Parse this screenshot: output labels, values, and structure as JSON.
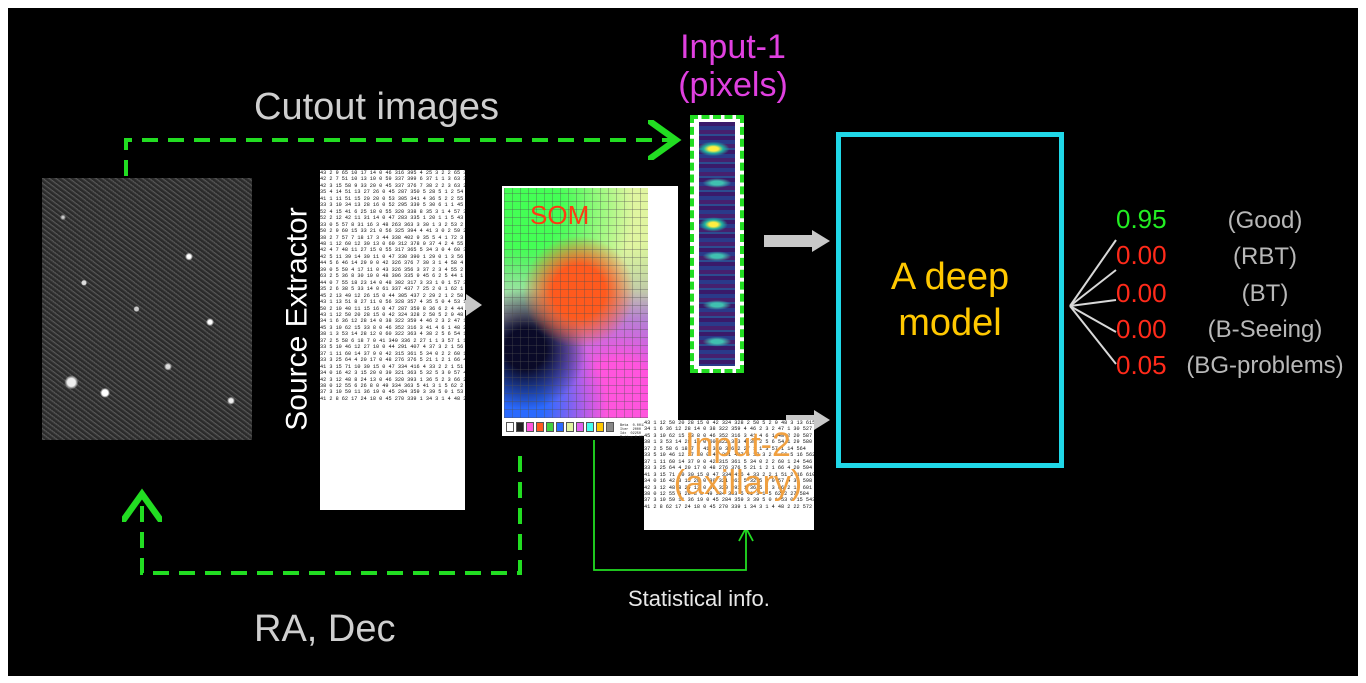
{
  "labels": {
    "cutout_images": "Cutout images",
    "source_extractor": "Source Extractor",
    "som": "SOM",
    "input1_line1": "Input-1",
    "input1_line2": "(pixels)",
    "input2_line1": "Input-2",
    "input2_line2": "(axillary)",
    "ra_dec": "RA, Dec",
    "statistical_info": "Statistical info.",
    "model_line1": "A deep",
    "model_line2": "model"
  },
  "outputs": [
    {
      "score": "0.95",
      "class": "(Good)",
      "color": "#22ee22"
    },
    {
      "score": "0.00",
      "class": "(RBT)",
      "color": "#ff2a1a"
    },
    {
      "score": "0.00",
      "class": "(BT)",
      "color": "#ff2a1a"
    },
    {
      "score": "0.00",
      "class": "(B-Seeing)",
      "color": "#ff2a1a"
    },
    {
      "score": "0.05",
      "class": "(BG-problems)",
      "color": "#ff2a1a"
    }
  ],
  "colors": {
    "background": "#000000",
    "dashed_arrows": "#22dd22",
    "model_box": "#20d8e8",
    "model_text": "#ffc800",
    "input1_title": "#e040e0",
    "input2_title": "#f0a040",
    "som_label": "#ff3a12",
    "gray_arrows": "#c8c8c8"
  },
  "table_a": "43 2 9 65 10 17 14 0 46 316 395 4 25 3 2 2 65 3 25 580\n42 2 7 51 10 13 10 0 59 337 399 6 37 1 1 3 63 3 21 605\n42 3 15 58 9 33 20 0 45 337 376 7 38 2 2 3 63 2 24 626\n35 4 14 51 13 27 26 0 45 287 350 5 28 5 1 2 54 1 16 577\n41 1 11 51 15 20 20 0 53 305 341 4 36 5 2 2 55 3 29 581\n33 3 10 34 13 28 16 0 52 295 339 5 30 6 1 1 45 2 10 554\n52 4 15 41 6 25 18 0 55 320 338 8 35 3 1 4 57 3 20 550\n52 2 12 42 11 31 14 0 47 283 335 1 20 1 1 5 43 4 23 545\n33 0 5 57 8 31 16 3 48 263 363 3 30 1 3 2 53 2 30 495\n50 2 9 60 15 33 21 0 56 325 394 4 41 3 0 2 59 2 19 617\n38 2 7 57 7 18 17 3 44 338 402 9 35 5 4 1 72 3 25 550\n48 1 12 60 12 30 13 0 60 312 378 0 37 4 2 4 55 5 20 588\n42 4 7 48 11 27 15 0 55 317 365 5 34 3 0 4 60 3 19 523\n42 5 11 39 14 30 11 0 47 330 390 1 29 0 1 3 56 5 11 563\n44 5 6 46 14 29 9 0 42 326 376 7 30 3 1 4 58 4 8 607\n39 0 5 50 4 17 11 0 43 326 356 3 37 2 3 4 55 2 31 555\n63 2 5 36 8 30 10 0 48 306 335 9 45 6 2 5 44 1 25 541\n44 0 7 55 18 23 14 0 48 302 317 3 33 1 0 1 57 3 14 584\n35 2 6 38 5 33 14 0 61 337 437 7 25 2 0 1 62 1 13 556\n45 2 13 49 12 26 15 0 44 305 437 2 29 2 1 2 50 2 24 568\n43 1 13 51 8 27 11 0 56 328 357 4 35 5 0 4 53 1 34 567\n50 2 10 40 11 15 16 0 47 287 359 8 36 6 2 4 44 2 17 568\n43 1 12 50 20 28 15 0 42 324 328 2 50 5 2 0 48 3 13 615\n34 1 6 36 12 28 14 0 38 322 359 4 46 2 3 2 47 1 30 527\n45 3 10 62 15 33 8 0 46 352 316 3 41 4 6 1 48 2 20 587\n38 1 3 53 14 28 12 0 60 322 363 4 38 2 5 6 54 1 29 580\n37 2 5 58 6 18 7 0 41 340 336 2 27 1 1 3 57 1 14 564\n33 5 10 46 12 27 10 0 44 291 407 4 37 3 2 1 56 5 16 562\n37 1 11 60 14 37 9 0 42 315 361 5 34 0 2 2 60 1 24 546\n33 3 25 64 4 20 17 0 48 276 376 5 21 1 2 1 66 4 20 594\n41 3 15 71 10 30 15 0 47 334 416 4 33 2 2 1 51 2 16 610\n34 0 16 42 3 15 20 0 39 321 363 5 32 5 3 0 57 4 34 598\n42 3 12 48 8 24 13 0 46 320 393 1 36 5 2 3 66 2 12 601\n38 0 12 55 6 26 8 0 49 334 363 5 41 3 1 5 62 2 27 584\n37 3 10 59 11 36 19 0 45 284 359 3 39 5 0 1 53 0 15 543\n41 2 8 62 17 24 18 0 45 270 339 1 34 3 1 4 48 2 22 572",
  "table_b": "43 1 12 50 20 28 15 0 42 324 328 2 50 5 2 0 48 3 13 615\n34 1 6 36 12 28 14 0 38 322 359 4 46 2 3 2 47 1 30 527\n45 3 10 62 15 33 8 0 46 352 316 3 41 4 6 1 48 2 20 587\n38 1 3 53 14 28 12 0 60 322 363 4 38 2 5 6 54 1 29 580\n37 2 5 58 6 18 7 0 41 340 336 2 27 1 1 3 57 1 14 564\n33 5 10 46 12 27 10 0 44 291 407 4 37 3 2 1 56 5 16 562\n37 1 11 60 14 37 9 0 42 315 361 5 34 0 2 2 60 1 24 546\n33 3 25 64 4 20 17 0 48 276 376 5 21 1 2 1 66 4 20 594\n41 3 15 71 10 30 15 0 47 334 416 4 33 2 2 1 51 2 16 610\n34 0 16 42 3 15 20 0 39 321 363 5 32 5 3 0 57 4 34 598\n42 3 12 48 8 24 13 0 46 320 393 1 36 5 2 3 66 2 12 601\n38 0 12 55 6 26 8 0 49 334 363 5 41 3 1 5 62 2 27 584\n37 3 10 59 11 36 19 0 45 284 359 3 39 5 0 1 53 0 15 543\n41 2 8 62 17 24 18 0 45 270 339 1 34 3 1 4 48 2 22 572",
  "som_mini_text": "Beta  0.001300\nIter  2000\nIdx  02250\nRadius 0.05000"
}
